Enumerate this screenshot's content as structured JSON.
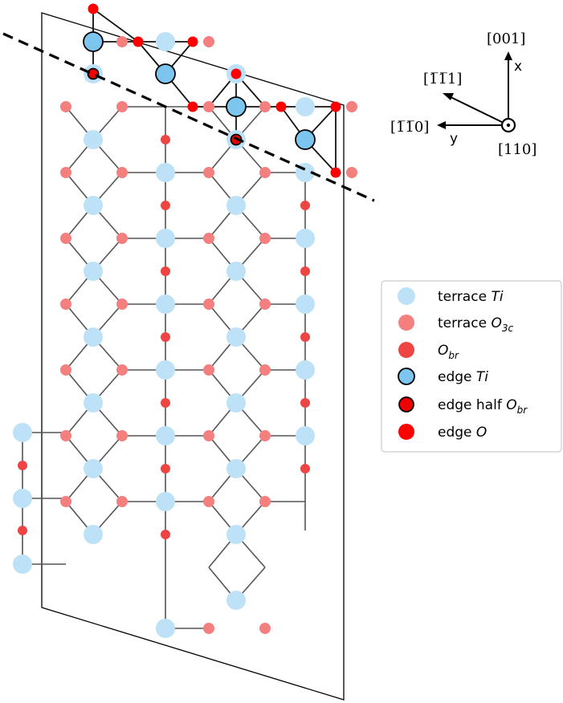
{
  "legend": {
    "items": [
      {
        "prefix": "terrace ",
        "main": "Ti",
        "sub": "",
        "symbol": "terrace-ti"
      },
      {
        "prefix": "terrace ",
        "main": "O",
        "sub": "3c",
        "symbol": "terrace-o3c"
      },
      {
        "prefix": "",
        "main": "O",
        "sub": "br",
        "symbol": "obr"
      },
      {
        "prefix": "edge ",
        "main": "Ti",
        "sub": "",
        "symbol": "edge-ti"
      },
      {
        "prefix": "edge half ",
        "main": "O",
        "sub": "br",
        "symbol": "edge-half-obr"
      },
      {
        "prefix": "edge ",
        "main": "O",
        "sub": "",
        "symbol": "edge-o"
      }
    ]
  },
  "axes": {
    "dir_001": "[001]",
    "dir_1m11": "[1̅1̅1]",
    "dir_1m10": "[1̅1̅0]",
    "dir_110": "[110]",
    "x": "x",
    "y": "y"
  },
  "colors": {
    "terrace_ti": "#bde1f7",
    "terrace_o3c": "#f47f7f",
    "obr": "#ee4444",
    "edge_ti": "#7cc5ef",
    "edge_o": "#ff0000",
    "bond": "#555555"
  }
}
